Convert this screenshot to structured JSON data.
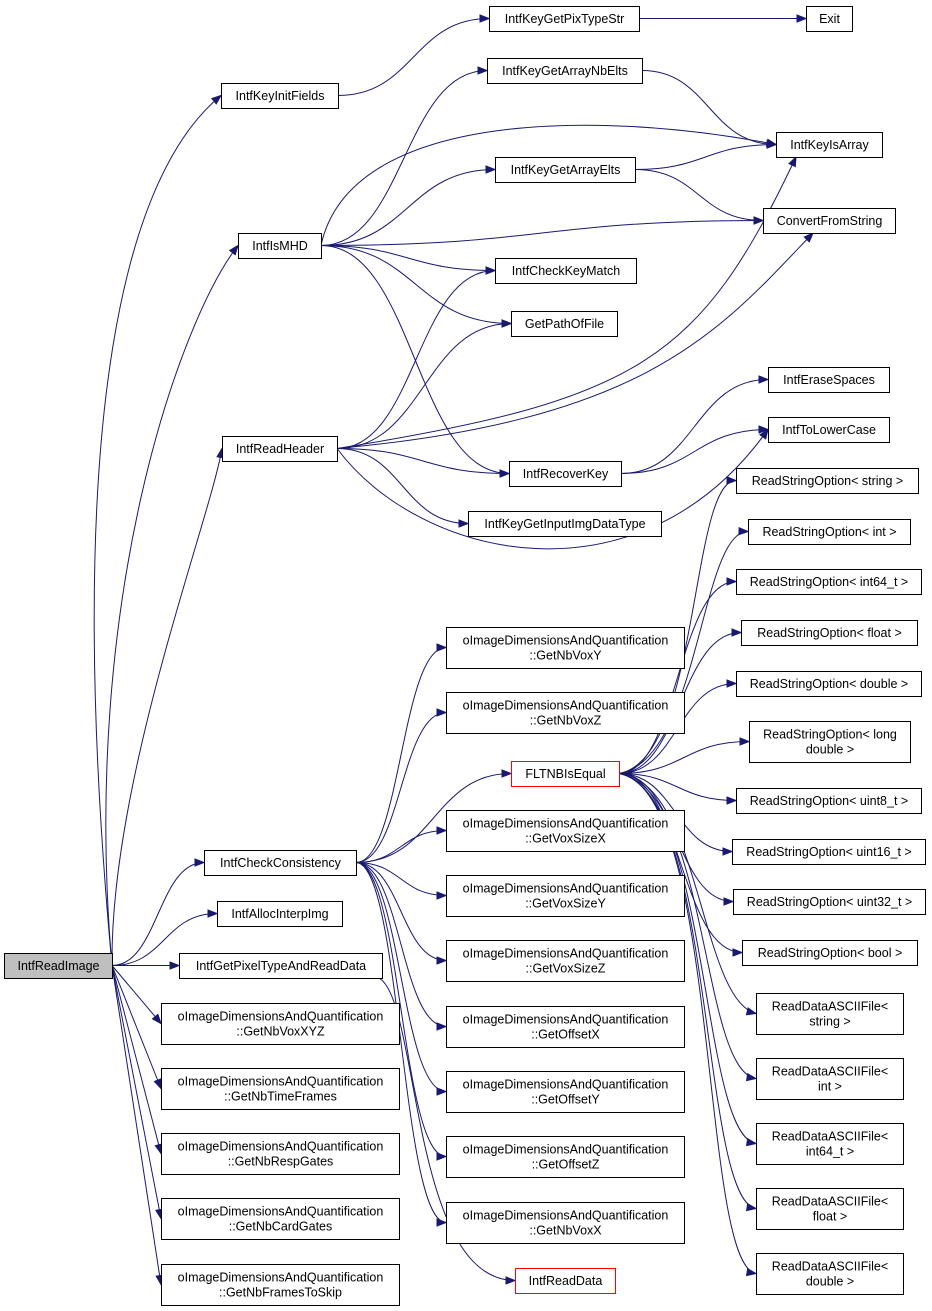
{
  "graph": {
    "colors": {
      "edge": "#191970",
      "root_fill": "#bfbfbf",
      "highlight_border": "#ff0000",
      "border": "#000000"
    },
    "nodes": [
      {
        "id": "n_root",
        "lines": [
          "IntfReadImage"
        ],
        "style": "root"
      },
      {
        "id": "n_getpixtypestr",
        "lines": [
          "IntfKeyGetPixTypeStr"
        ]
      },
      {
        "id": "n_exit",
        "lines": [
          "Exit"
        ]
      },
      {
        "id": "n_initfields",
        "lines": [
          "IntfKeyInitFields"
        ]
      },
      {
        "id": "n_getarraynbelts",
        "lines": [
          "IntfKeyGetArrayNbElts"
        ]
      },
      {
        "id": "n_isarray",
        "lines": [
          "IntfKeyIsArray"
        ]
      },
      {
        "id": "n_getarrayelts",
        "lines": [
          "IntfKeyGetArrayElts"
        ]
      },
      {
        "id": "n_ismhd",
        "lines": [
          "IntfIsMHD"
        ]
      },
      {
        "id": "n_convert",
        "lines": [
          "ConvertFromString"
        ]
      },
      {
        "id": "n_checkkeymatch",
        "lines": [
          "IntfCheckKeyMatch"
        ]
      },
      {
        "id": "n_getpath",
        "lines": [
          "GetPathOfFile"
        ]
      },
      {
        "id": "n_erasespaces",
        "lines": [
          "IntfEraseSpaces"
        ]
      },
      {
        "id": "n_tolower",
        "lines": [
          "IntfToLowerCase"
        ]
      },
      {
        "id": "n_readheader",
        "lines": [
          "IntfReadHeader"
        ]
      },
      {
        "id": "n_recoverkey",
        "lines": [
          "IntfRecoverKey"
        ]
      },
      {
        "id": "n_rso_string",
        "lines": [
          "ReadStringOption< string >"
        ]
      },
      {
        "id": "n_getinputimg",
        "lines": [
          "IntfKeyGetInputImgDataType"
        ]
      },
      {
        "id": "n_rso_int",
        "lines": [
          "ReadStringOption< int >"
        ]
      },
      {
        "id": "n_rso_int64",
        "lines": [
          "ReadStringOption< int64_t >"
        ]
      },
      {
        "id": "n_nbvoxy",
        "lines": [
          "oImageDimensionsAndQuantification",
          "::GetNbVoxY"
        ]
      },
      {
        "id": "n_rso_float",
        "lines": [
          "ReadStringOption< float >"
        ]
      },
      {
        "id": "n_rso_double",
        "lines": [
          "ReadStringOption< double >"
        ]
      },
      {
        "id": "n_nbvoxz",
        "lines": [
          "oImageDimensionsAndQuantification",
          "::GetNbVoxZ"
        ]
      },
      {
        "id": "n_rso_longdouble",
        "lines": [
          "ReadStringOption< long",
          "double >"
        ]
      },
      {
        "id": "n_fltnb",
        "lines": [
          "FLTNBIsEqual"
        ],
        "style": "red"
      },
      {
        "id": "n_rso_uint8",
        "lines": [
          "ReadStringOption< uint8_t >"
        ]
      },
      {
        "id": "n_voxsizex",
        "lines": [
          "oImageDimensionsAndQuantification",
          "::GetVoxSizeX"
        ]
      },
      {
        "id": "n_rso_uint16",
        "lines": [
          "ReadStringOption< uint16_t >"
        ]
      },
      {
        "id": "n_checkconsistency",
        "lines": [
          "IntfCheckConsistency"
        ]
      },
      {
        "id": "n_voxsizey",
        "lines": [
          "oImageDimensionsAndQuantification",
          "::GetVoxSizeY"
        ]
      },
      {
        "id": "n_rso_uint32",
        "lines": [
          "ReadStringOption< uint32_t >"
        ]
      },
      {
        "id": "n_allocinterp",
        "lines": [
          "IntfAllocInterpImg"
        ]
      },
      {
        "id": "n_rso_bool",
        "lines": [
          "ReadStringOption< bool >"
        ]
      },
      {
        "id": "n_voxsizez",
        "lines": [
          "oImageDimensionsAndQuantification",
          "::GetVoxSizeZ"
        ]
      },
      {
        "id": "n_getpixelread",
        "lines": [
          "IntfGetPixelTypeAndReadData"
        ]
      },
      {
        "id": "n_rda_string",
        "lines": [
          "ReadDataASCIIFile<",
          "string >"
        ]
      },
      {
        "id": "n_nbvoxxyz",
        "lines": [
          "oImageDimensionsAndQuantification",
          "::GetNbVoxXYZ"
        ]
      },
      {
        "id": "n_offsetx",
        "lines": [
          "oImageDimensionsAndQuantification",
          "::GetOffsetX"
        ]
      },
      {
        "id": "n_rda_int",
        "lines": [
          "ReadDataASCIIFile<",
          "int >"
        ]
      },
      {
        "id": "n_nbtimeframes",
        "lines": [
          "oImageDimensionsAndQuantification",
          "::GetNbTimeFrames"
        ]
      },
      {
        "id": "n_offsety",
        "lines": [
          "oImageDimensionsAndQuantification",
          "::GetOffsetY"
        ]
      },
      {
        "id": "n_rda_int64",
        "lines": [
          "ReadDataASCIIFile<",
          "int64_t >"
        ]
      },
      {
        "id": "n_nbrespgates",
        "lines": [
          "oImageDimensionsAndQuantification",
          "::GetNbRespGates"
        ]
      },
      {
        "id": "n_offsetz",
        "lines": [
          "oImageDimensionsAndQuantification",
          "::GetOffsetZ"
        ]
      },
      {
        "id": "n_rda_float",
        "lines": [
          "ReadDataASCIIFile<",
          "float >"
        ]
      },
      {
        "id": "n_nbcardgates",
        "lines": [
          "oImageDimensionsAndQuantification",
          "::GetNbCardGates"
        ]
      },
      {
        "id": "n_nbvoxx",
        "lines": [
          "oImageDimensionsAndQuantification",
          "::GetNbVoxX"
        ]
      },
      {
        "id": "n_rda_double",
        "lines": [
          "ReadDataASCIIFile<",
          "double >"
        ]
      },
      {
        "id": "n_nbframestoskip",
        "lines": [
          "oImageDimensionsAndQuantification",
          "::GetNbFramesToSkip"
        ]
      },
      {
        "id": "n_readdata",
        "lines": [
          "IntfReadData"
        ],
        "style": "red"
      }
    ],
    "edges": [
      [
        "n_root",
        "n_initfields"
      ],
      [
        "n_root",
        "n_ismhd"
      ],
      [
        "n_root",
        "n_readheader"
      ],
      [
        "n_root",
        "n_checkconsistency"
      ],
      [
        "n_root",
        "n_allocinterp"
      ],
      [
        "n_root",
        "n_getpixelread"
      ],
      [
        "n_root",
        "n_nbvoxxyz"
      ],
      [
        "n_root",
        "n_nbtimeframes"
      ],
      [
        "n_root",
        "n_nbrespgates"
      ],
      [
        "n_root",
        "n_nbcardgates"
      ],
      [
        "n_root",
        "n_nbframestoskip"
      ],
      [
        "n_initfields",
        "n_getpixtypestr"
      ],
      [
        "n_getpixtypestr",
        "n_exit"
      ],
      [
        "n_ismhd",
        "n_getarraynbelts"
      ],
      [
        "n_ismhd",
        "n_isarray"
      ],
      [
        "n_ismhd",
        "n_getarrayelts"
      ],
      [
        "n_ismhd",
        "n_convert"
      ],
      [
        "n_ismhd",
        "n_checkkeymatch"
      ],
      [
        "n_ismhd",
        "n_getpath"
      ],
      [
        "n_ismhd",
        "n_recoverkey"
      ],
      [
        "n_getarraynbelts",
        "n_isarray"
      ],
      [
        "n_getarrayelts",
        "n_isarray"
      ],
      [
        "n_getarrayelts",
        "n_convert"
      ],
      [
        "n_readheader",
        "n_checkkeymatch"
      ],
      [
        "n_readheader",
        "n_getpath"
      ],
      [
        "n_readheader",
        "n_isarray"
      ],
      [
        "n_readheader",
        "n_convert"
      ],
      [
        "n_readheader",
        "n_recoverkey"
      ],
      [
        "n_readheader",
        "n_getinputimg"
      ],
      [
        "n_readheader",
        "n_tolower"
      ],
      [
        "n_recoverkey",
        "n_erasespaces"
      ],
      [
        "n_recoverkey",
        "n_tolower"
      ],
      [
        "n_checkconsistency",
        "n_nbvoxy"
      ],
      [
        "n_checkconsistency",
        "n_nbvoxz"
      ],
      [
        "n_checkconsistency",
        "n_fltnb"
      ],
      [
        "n_checkconsistency",
        "n_voxsizex"
      ],
      [
        "n_checkconsistency",
        "n_voxsizey"
      ],
      [
        "n_checkconsistency",
        "n_voxsizez"
      ],
      [
        "n_checkconsistency",
        "n_offsetx"
      ],
      [
        "n_checkconsistency",
        "n_offsety"
      ],
      [
        "n_checkconsistency",
        "n_offsetz"
      ],
      [
        "n_checkconsistency",
        "n_nbvoxx"
      ],
      [
        "n_getpixelread",
        "n_readdata"
      ],
      [
        "n_fltnb",
        "n_rso_string"
      ],
      [
        "n_fltnb",
        "n_rso_int"
      ],
      [
        "n_fltnb",
        "n_rso_int64"
      ],
      [
        "n_fltnb",
        "n_rso_float"
      ],
      [
        "n_fltnb",
        "n_rso_double"
      ],
      [
        "n_fltnb",
        "n_rso_longdouble"
      ],
      [
        "n_fltnb",
        "n_rso_uint8"
      ],
      [
        "n_fltnb",
        "n_rso_uint16"
      ],
      [
        "n_fltnb",
        "n_rso_uint32"
      ],
      [
        "n_fltnb",
        "n_rso_bool"
      ],
      [
        "n_fltnb",
        "n_rda_string"
      ],
      [
        "n_fltnb",
        "n_rda_int"
      ],
      [
        "n_fltnb",
        "n_rda_int64"
      ],
      [
        "n_fltnb",
        "n_rda_float"
      ],
      [
        "n_fltnb",
        "n_rda_double"
      ]
    ]
  }
}
